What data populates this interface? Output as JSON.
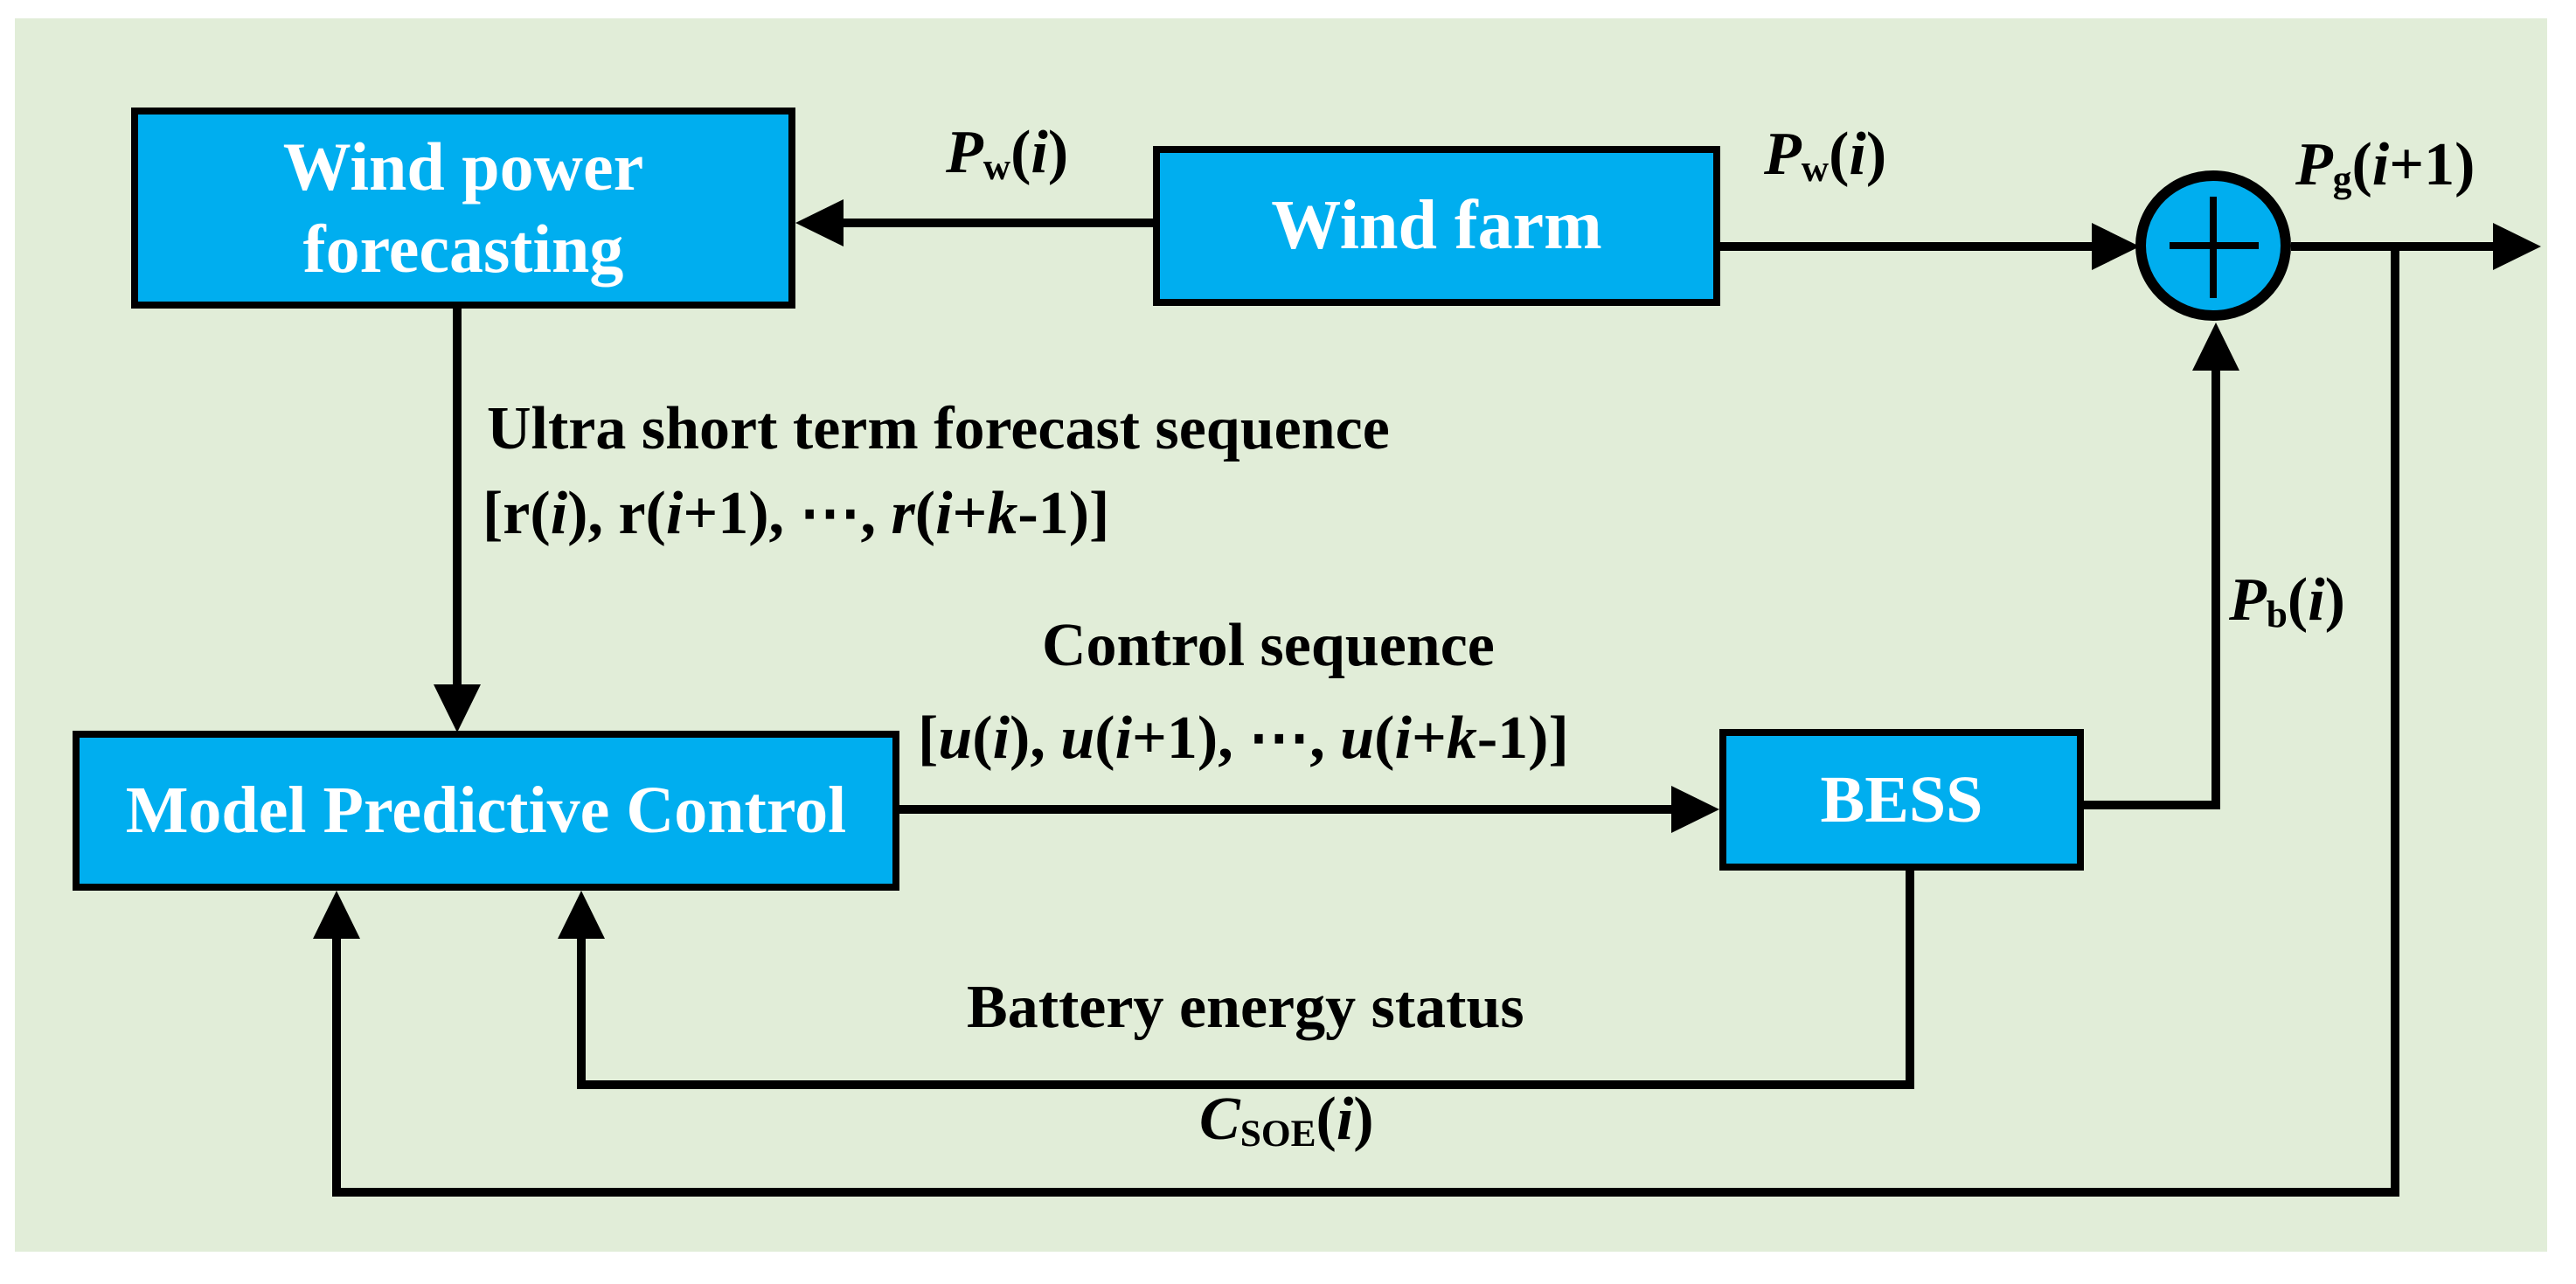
{
  "colors": {
    "page_background": "#ffffff",
    "canvas_background": "#e1edd8",
    "block_fill": "#00aeef",
    "block_border": "#000000",
    "block_text": "#ffffff",
    "connector": "#000000",
    "label_text": "#000000"
  },
  "blocks": {
    "wind_power_forecasting": {
      "line1": "Wind power",
      "line2": "forecasting"
    },
    "wind_farm": {
      "label": "Wind farm"
    },
    "model_predictive_control": {
      "label": "Model Predictive Control"
    },
    "bess": {
      "label": "BESS"
    },
    "summing_junction": {
      "icon": "plus-icon",
      "symbol": "+"
    }
  },
  "labels": {
    "pw_left": [
      {
        "t": "P",
        "it": true
      },
      {
        "t": "w",
        "sub": true
      },
      {
        "t": "("
      },
      {
        "t": "i",
        "it": true
      },
      {
        "t": ")"
      }
    ],
    "pw_right": [
      {
        "t": "P",
        "it": true
      },
      {
        "t": "w",
        "sub": true
      },
      {
        "t": "("
      },
      {
        "t": "i",
        "it": true
      },
      {
        "t": ")"
      }
    ],
    "pg_output": [
      {
        "t": "P",
        "it": true
      },
      {
        "t": "g",
        "sub": true
      },
      {
        "t": "("
      },
      {
        "t": "i",
        "it": true
      },
      {
        "t": "+1)"
      }
    ],
    "pb": [
      {
        "t": "P",
        "it": true
      },
      {
        "t": "b",
        "sub": true
      },
      {
        "t": "("
      },
      {
        "t": "i",
        "it": true
      },
      {
        "t": ")"
      }
    ],
    "forecast_line1": "Ultra short term forecast sequence",
    "forecast_line2": [
      {
        "t": "[r("
      },
      {
        "t": "i",
        "it": true
      },
      {
        "t": "), r("
      },
      {
        "t": "i",
        "it": true
      },
      {
        "t": "+1), ⋯, "
      },
      {
        "t": "r",
        "it": true
      },
      {
        "t": "("
      },
      {
        "t": "i",
        "it": true
      },
      {
        "t": "+"
      },
      {
        "t": "k",
        "it": true
      },
      {
        "t": "-1)]"
      }
    ],
    "control_line1": "Control sequence",
    "control_line2": [
      {
        "t": "["
      },
      {
        "t": "u",
        "it": true
      },
      {
        "t": "("
      },
      {
        "t": "i",
        "it": true
      },
      {
        "t": "), "
      },
      {
        "t": "u",
        "it": true
      },
      {
        "t": "("
      },
      {
        "t": "i",
        "it": true
      },
      {
        "t": "+1), ⋯, "
      },
      {
        "t": "u",
        "it": true
      },
      {
        "t": "("
      },
      {
        "t": "i",
        "it": true
      },
      {
        "t": "+"
      },
      {
        "t": "k",
        "it": true
      },
      {
        "t": "-1)]"
      }
    ],
    "battery_line1": "Battery energy status",
    "csoe": [
      {
        "t": "C",
        "it": true
      },
      {
        "t": "SOE",
        "sub": true
      },
      {
        "t": "("
      },
      {
        "t": "i",
        "it": true
      },
      {
        "t": ")"
      }
    ]
  }
}
